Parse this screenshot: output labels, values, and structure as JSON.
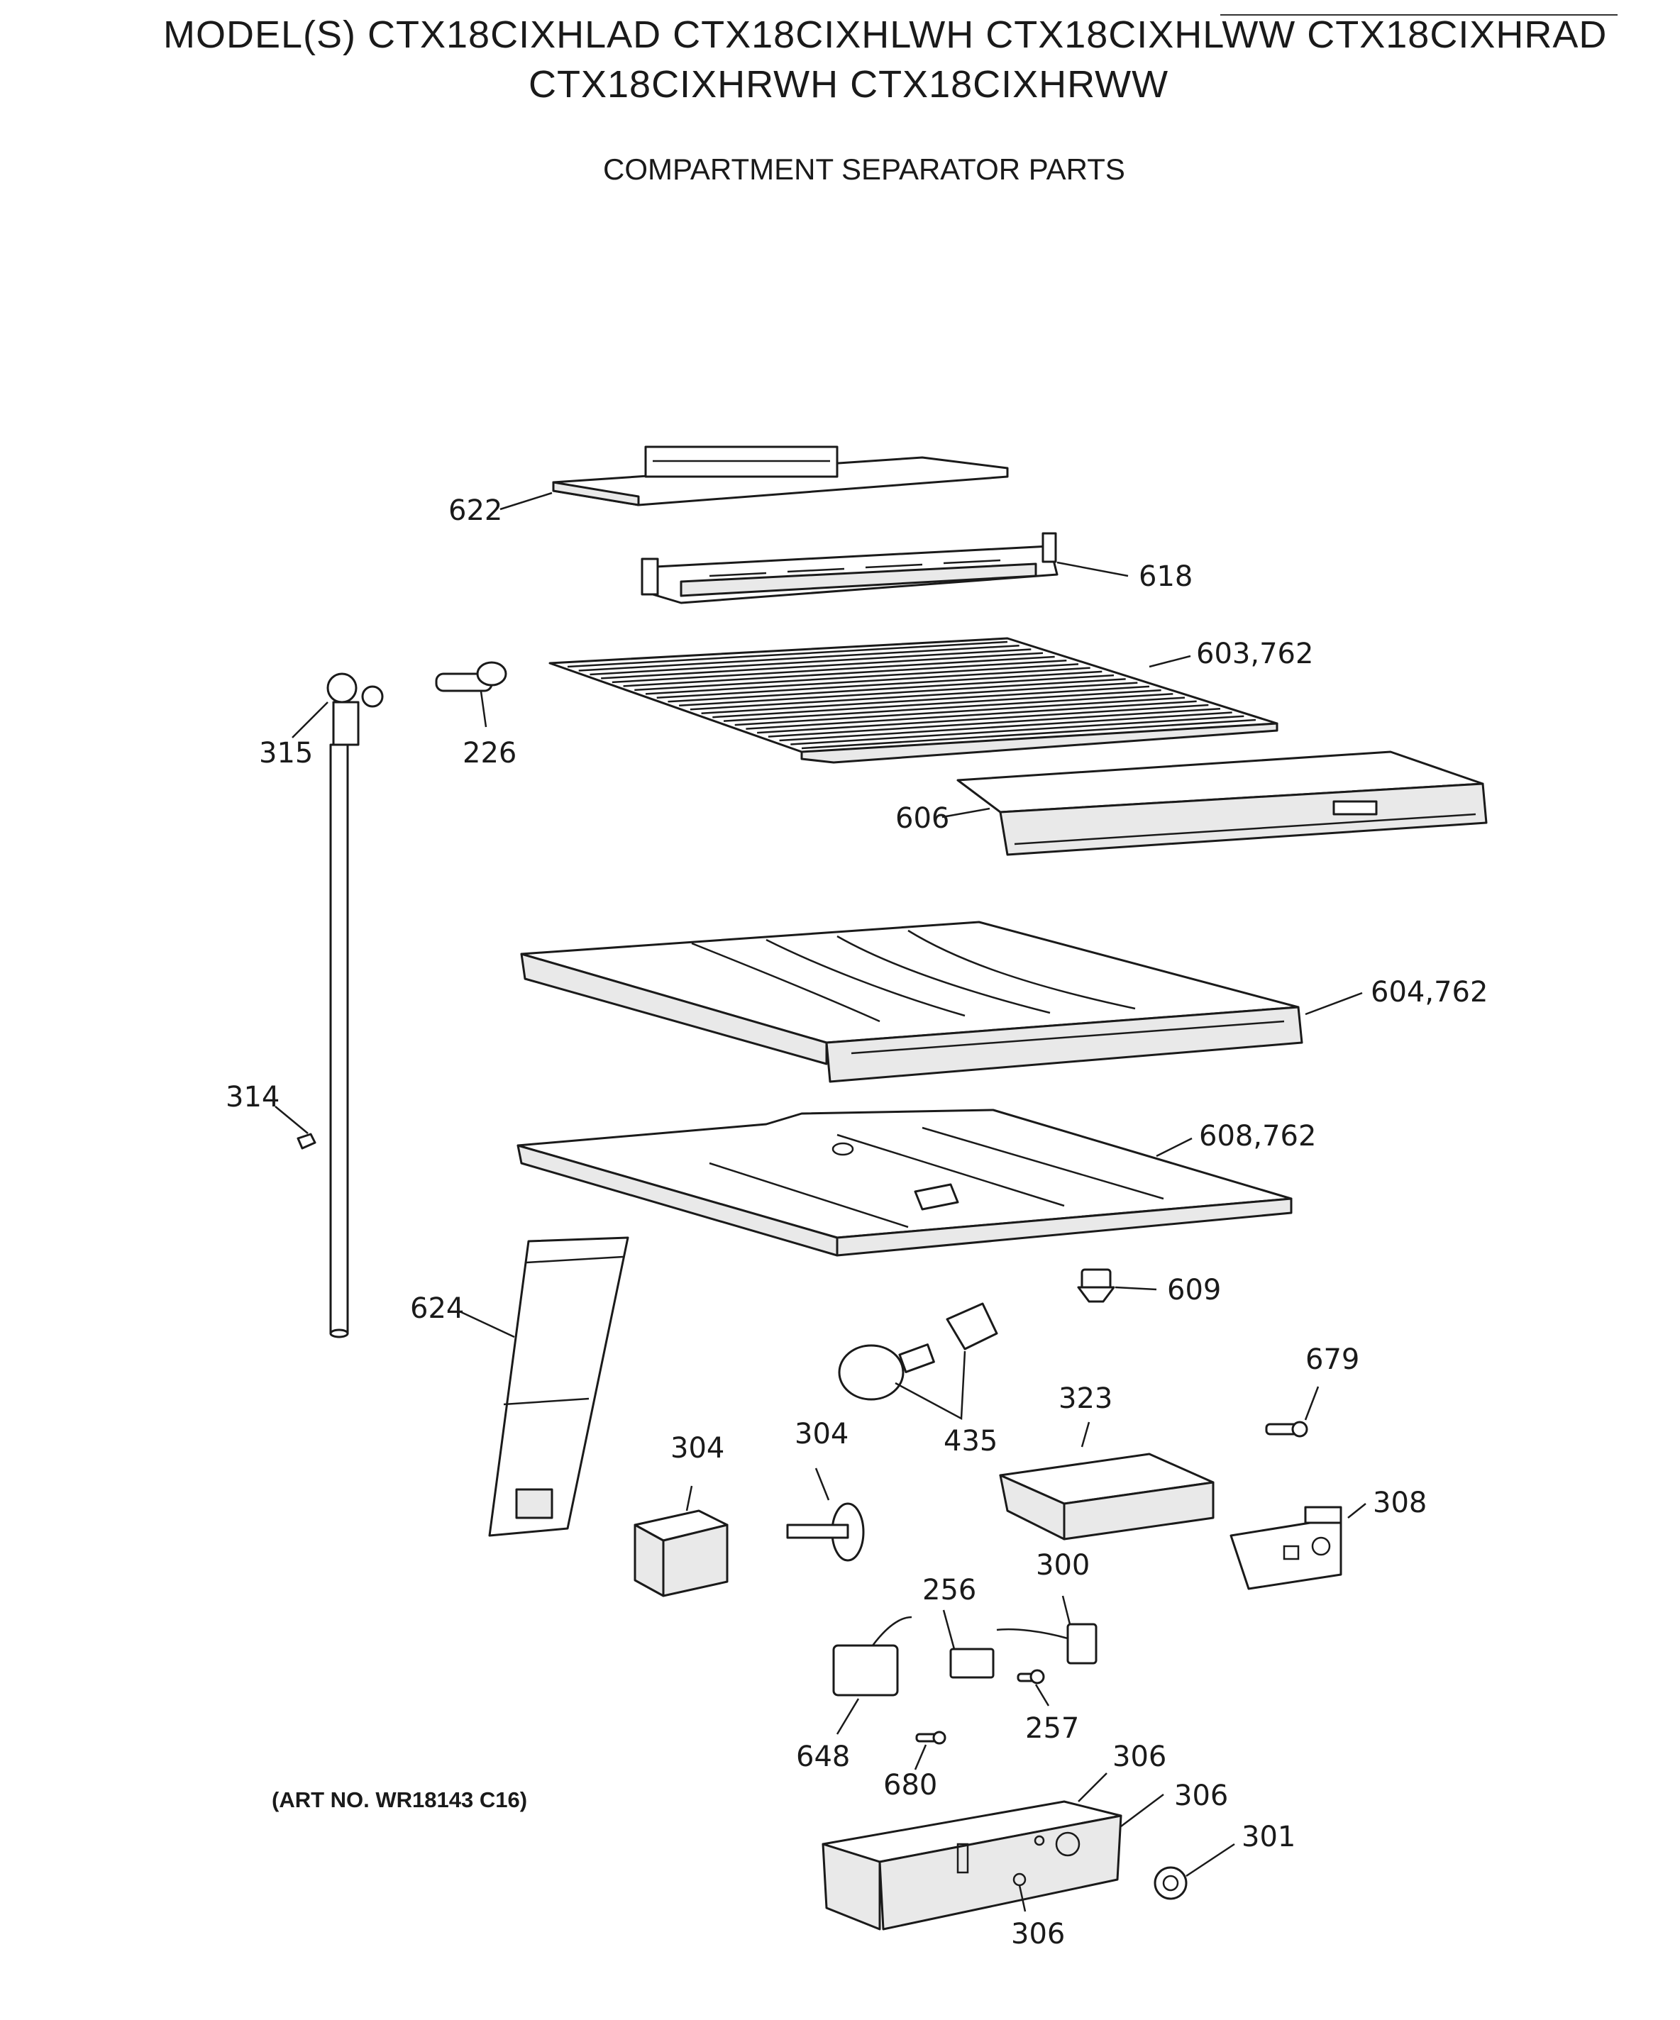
{
  "header": {
    "models_line1": "MODEL(S) CTX18CIXHLAD  CTX18CIXHLWH  CTX18CIXHLWW  CTX18CIXHRAD",
    "models_line2": "CTX18CIXHRWH  CTX18CIXHRWW",
    "section_title": "COMPARTMENT SEPARATOR PARTS"
  },
  "footer": {
    "art_number": "(ART NO. WR18143 C16)"
  },
  "callouts": {
    "c622": "622",
    "c618": "618",
    "c603": "603,762",
    "c315": "315",
    "c226": "226",
    "c606": "606",
    "c604": "604,762",
    "c314": "314",
    "c608": "608,762",
    "c609": "609",
    "c624": "624",
    "c679": "679",
    "c435": "435",
    "c323": "323",
    "c304a": "304",
    "c304b": "304",
    "c308": "308",
    "c256": "256",
    "c300": "300",
    "c257": "257",
    "c648": "648",
    "c680": "680",
    "c306a": "306",
    "c306b": "306",
    "c306c": "306",
    "c301": "301"
  },
  "colors": {
    "ink": "#1a1a1a",
    "paper": "#ffffff"
  }
}
